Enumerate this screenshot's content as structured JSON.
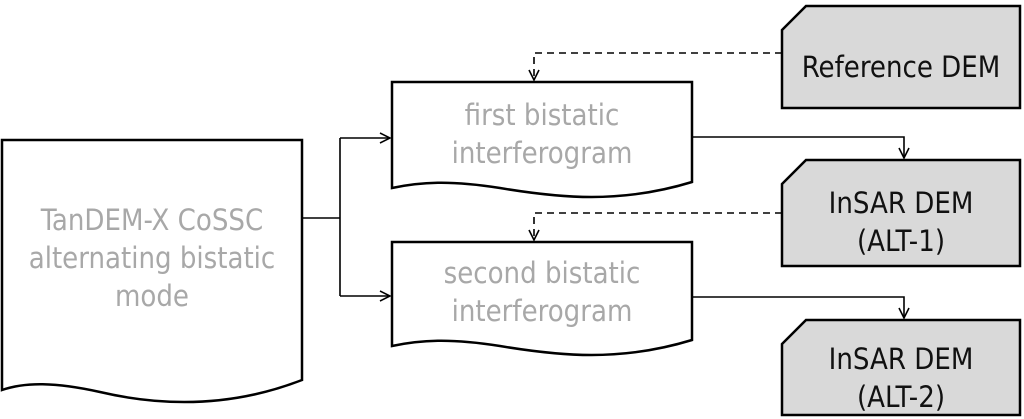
{
  "input": {
    "line1": "TanDEM-X CoSSC",
    "line2": "alternating bistatic",
    "line3": "mode"
  },
  "ifg1": {
    "line1": "first bistatic",
    "line2": "interferogram"
  },
  "ifg2": {
    "line1": "second bistatic",
    "line2": "interferogram"
  },
  "ref_dem": {
    "label": "Reference DEM"
  },
  "insar1": {
    "line1": "InSAR DEM",
    "line2": "(ALT-1)"
  },
  "insar2": {
    "line1": "InSAR DEM",
    "line2": "(ALT-2)"
  },
  "colors": {
    "stroke": "#000000",
    "card_fill": "#d9d9d9",
    "doc_fill": "#ffffff",
    "doc_text": "#a8a8a8",
    "card_text": "#111111"
  }
}
